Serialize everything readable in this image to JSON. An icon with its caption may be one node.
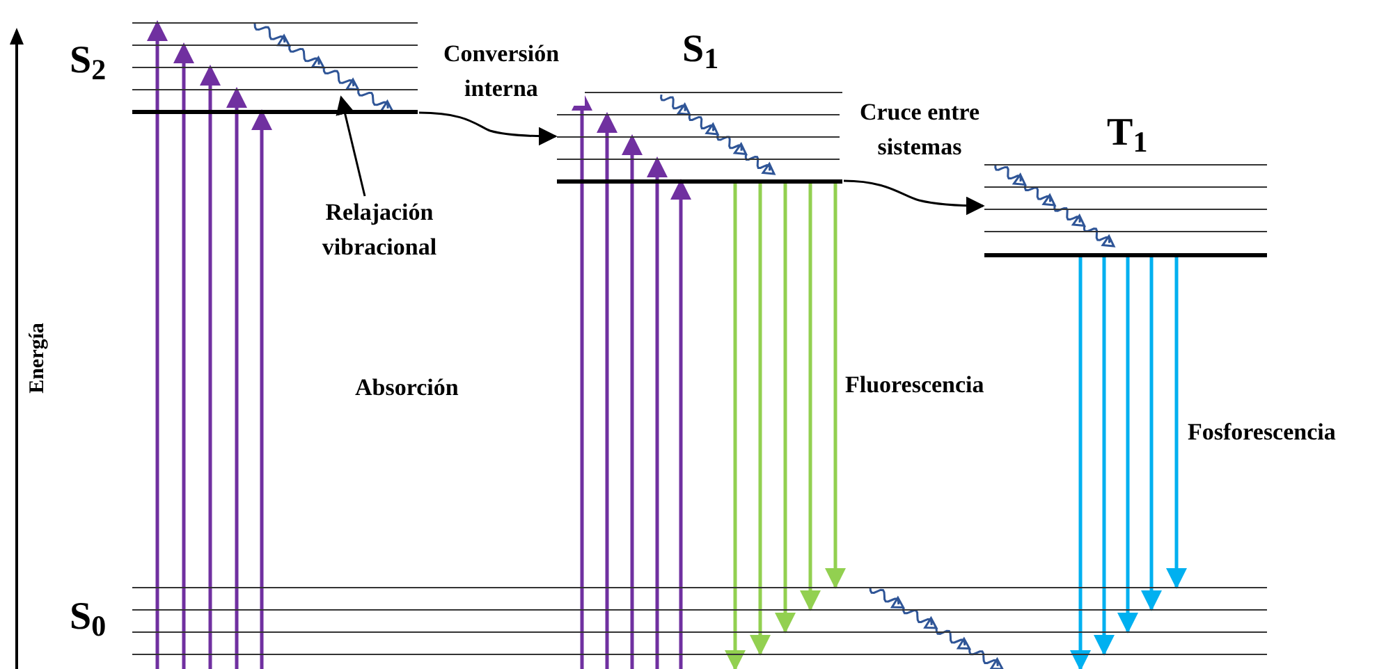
{
  "diagram": {
    "nodes": [
      {
        "text": [
          "S$_{2}$"
        ]
      },
      {
        "text": [
          "S$_{1}$"
        ]
      },
      {
        "text": [
          "T$_{1}$"
        ]
      },
      {
        "text": [
          "S$_{0}$"
        ]
      },
      {
        "text": [
          "Relajación vibracional"
        ]
      }
    ],
    "edges": [
      {
        "from": 0,
        "to": 1,
        "arrow": "to",
        "label": "Conversión interna",
        "color": "#000000"
      },
      {
        "from": 1,
        "to": 2,
        "arrow": "to",
        "label": "Cruce entre sistemas",
        "color": "#000000"
      },
      {
        "from": 4,
        "to": 0,
        "arrow": "to",
        "color": "#000000"
      },
      {
        "from": 3,
        "to": 0,
        "arrow": "to",
        "color": "#7030a0"
      },
      {
        "from": 3,
        "to": 0,
        "arrow": "to",
        "color": "#7030a0"
      },
      {
        "from": 3,
        "to": 0,
        "arrow": "to",
        "color": "#7030a0"
      },
      {
        "from": 3,
        "to": 0,
        "arrow": "to",
        "color": "#7030a0"
      },
      {
        "from": 3,
        "to": 0,
        "arrow": "to",
        "color": "#7030a0"
      },
      {
        "from": 3,
        "to": 1,
        "arrow": "to",
        "color": "#7030a0"
      },
      {
        "from": 3,
        "to": 1,
        "arrow": "to",
        "color": "#7030a0"
      },
      {
        "from": 3,
        "to": 1,
        "arrow": "to",
        "color": "#7030a0"
      },
      {
        "from": 3,
        "to": 1,
        "arrow": "to",
        "color": "#7030a0"
      },
      {
        "from": 3,
        "to": 1,
        "arrow": "to",
        "color": "#7030a0"
      },
      {
        "from": 1,
        "to": 3,
        "arrow": "to",
        "color": "#92d050"
      },
      {
        "from": 1,
        "to": 3,
        "arrow": "to",
        "color": "#92d050"
      },
      {
        "from": 1,
        "to": 3,
        "arrow": "to",
        "color": "#92d050"
      },
      {
        "from": 1,
        "to": 3,
        "arrow": "to",
        "color": "#92d050"
      },
      {
        "from": 1,
        "to": 3,
        "arrow": "to",
        "color": "#92d050"
      },
      {
        "from": 2,
        "to": 3,
        "arrow": "to",
        "color": "#00b0f0"
      },
      {
        "from": 2,
        "to": 3,
        "arrow": "to",
        "color": "#00b0f0"
      },
      {
        "from": 2,
        "to": 3,
        "arrow": "to",
        "color": "#00b0f0"
      },
      {
        "from": 2,
        "to": 3,
        "arrow": "to",
        "color": "#00b0f0"
      },
      {
        "from": 2,
        "to": 3,
        "arrow": "to",
        "color": "#00b0f0"
      }
    ],
    "labels": [
      "Energía",
      "Absorción",
      "Fluorescencia",
      "Fosforescencia"
    ]
  }
}
